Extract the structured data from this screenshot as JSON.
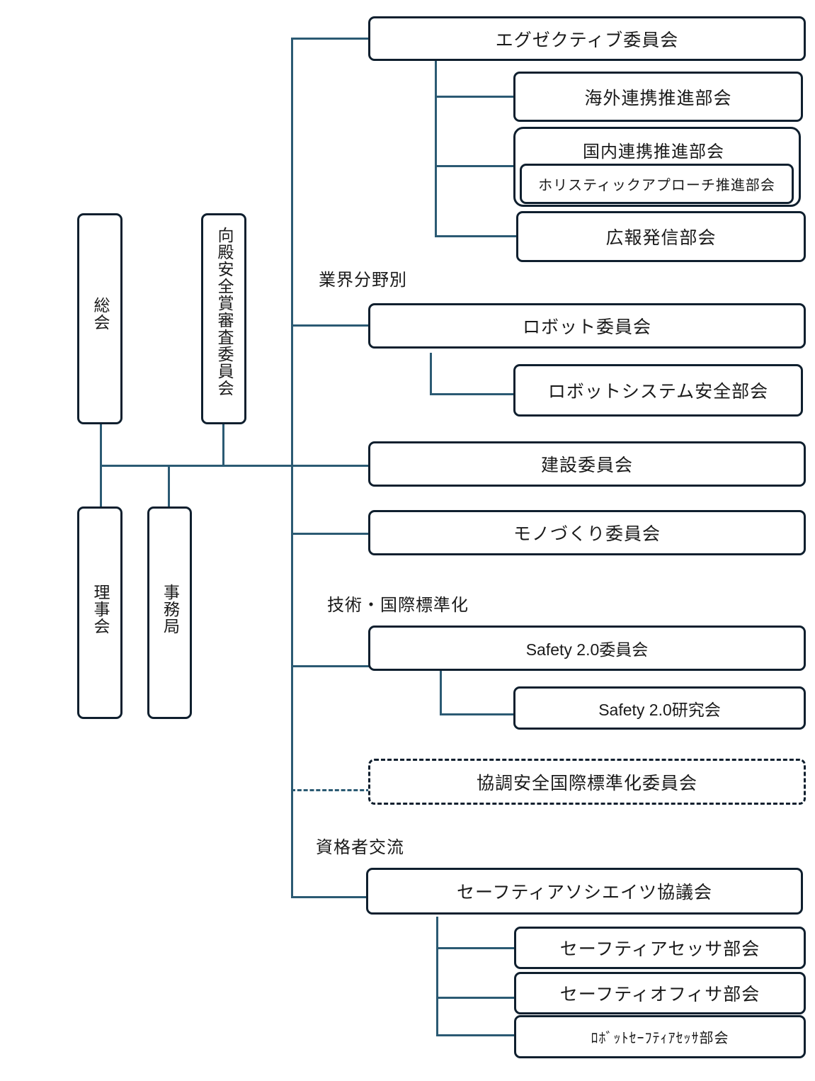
{
  "left": {
    "soukai": "総会",
    "award_committee": "向殿安全賞審査委員会",
    "rijikai": "理事会",
    "jimukyoku": "事務局"
  },
  "sections": {
    "industry": "業界分野別",
    "tech_standard": "技術・国際標準化",
    "qualified": "資格者交流"
  },
  "committees": {
    "executive": "エグゼクティブ委員会",
    "overseas": "海外連携推進部会",
    "domestic": "国内連携推進部会",
    "holistic": "ホリスティックアプローチ推進部会",
    "pr": "広報発信部会",
    "robot": "ロボット委員会",
    "robot_system": "ロボットシステム安全部会",
    "construction": "建設委員会",
    "monozukuri": "モノづくり委員会",
    "safety20": "Safety 2.0委員会",
    "safety20_research": "Safety 2.0研究会",
    "cooperative": "協調安全国際標準化委員会",
    "associates_council": "セーフティアソシエイツ協議会",
    "assessor": "セーフティアセッサ部会",
    "officer": "セーフティオフィサ部会",
    "robot_assessor": "ﾛﾎﾞｯﾄｾｰﾌﾃｨｱｾｯｻ部会"
  }
}
